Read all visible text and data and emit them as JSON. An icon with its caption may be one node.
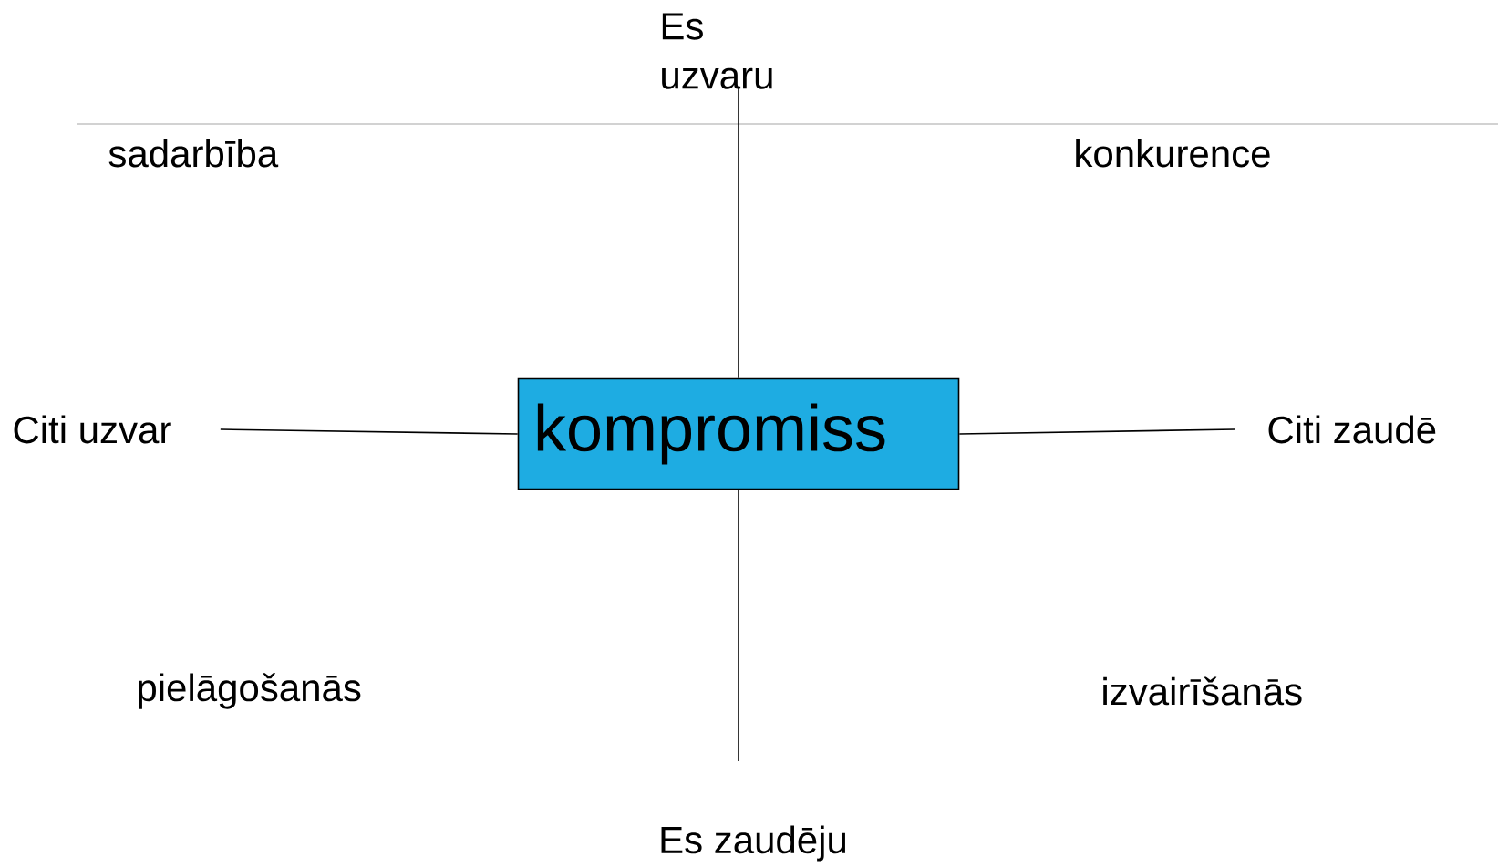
{
  "diagram": {
    "nodes": [
      {
        "text": [
          "kompromiss"
        ]
      },
      {
        "text": [
          "Es uzvaru"
        ]
      },
      {
        "text": [
          "Citi uzvar"
        ]
      },
      {
        "text": [
          "Citi zaudē"
        ]
      },
      {
        "text": [
          "Es zaudēju"
        ]
      }
    ],
    "edges": [
      {
        "from": 0,
        "to": 1,
        "arrow": "none"
      },
      {
        "from": 0,
        "to": 2,
        "arrow": "none"
      },
      {
        "from": 0,
        "to": 3,
        "arrow": "none"
      },
      {
        "from": 0,
        "to": 4,
        "arrow": "none"
      }
    ],
    "labels": [
      "sadarbība",
      "konkurence",
      "pielāgošanās",
      "izvairīšanās"
    ]
  }
}
